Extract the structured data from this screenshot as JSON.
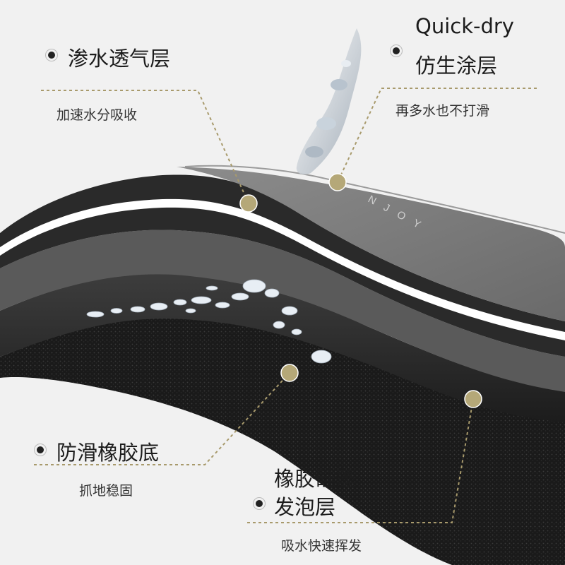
{
  "labels": {
    "top_left": {
      "title": "渗水透气层",
      "sub": "加速水分吸收"
    },
    "top_right": {
      "title_line1": "Quick-dry",
      "title_line2": "仿生涂层",
      "sub": "再多水也不打滑"
    },
    "bottom_left": {
      "title": "防滑橡胶底",
      "sub": "抓地稳固"
    },
    "bottom_right": {
      "title_line1": "橡胶硅藻",
      "title_line2": "发泡层",
      "sub": "吸水快速挥发"
    }
  },
  "brand_mark": "NJOY",
  "colors": {
    "background": "#f1f1f1",
    "leader": "#a89a6c",
    "dot": "#b5a878",
    "top_coat": "#7b7b7b",
    "foam": "#1c1c1c",
    "white_band": "#ffffff",
    "dark_band": "#2e2e2e",
    "water": "#dfe6ee"
  }
}
